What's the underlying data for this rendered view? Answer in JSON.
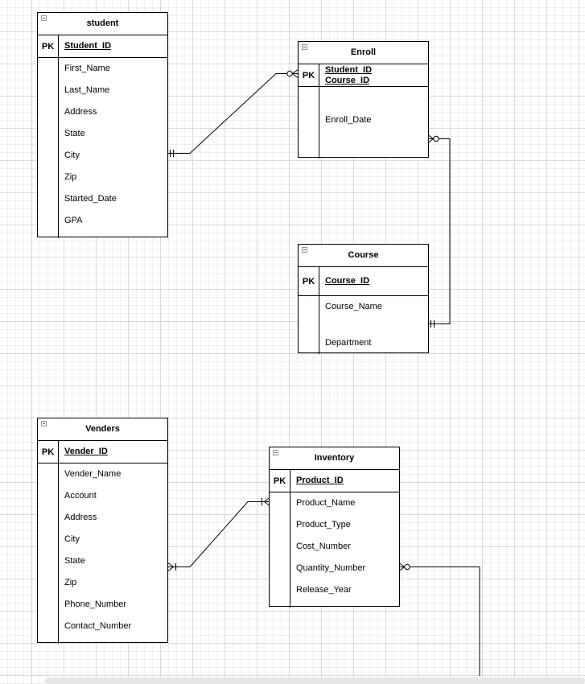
{
  "entities": {
    "student": {
      "title": "student",
      "pk_label": "PK",
      "pk": [
        "Student_ID"
      ],
      "attributes": [
        "First_Name",
        "Last_Name",
        "Address",
        "State",
        "City",
        "Zip",
        "Started_Date",
        "GPA"
      ]
    },
    "enroll": {
      "title": "Enroll",
      "pk_label": "PK",
      "pk": [
        "Student_ID",
        "Course_ID"
      ],
      "attributes": [
        "Enroll_Date"
      ]
    },
    "course": {
      "title": "Course",
      "pk_label": "PK",
      "pk": [
        "Course_ID"
      ],
      "attributes": [
        "Course_Name",
        "Department"
      ]
    },
    "venders": {
      "title": "Venders",
      "pk_label": "PK",
      "pk": [
        "Vender_ID"
      ],
      "attributes": [
        "Vender_Name",
        "Account",
        "Address",
        "City",
        "State",
        "Zip",
        "Phone_Number",
        "Contact_Number"
      ]
    },
    "inventory": {
      "title": "Inventory",
      "pk_label": "PK",
      "pk": [
        "Product_ID"
      ],
      "attributes": [
        "Product_Name",
        "Product_Type",
        "Cost_Number",
        "Quantity_Number",
        "Release_Year"
      ]
    }
  },
  "relationships": [
    {
      "from": "student",
      "from_cardinality": "exactly-one",
      "to": "enroll",
      "to_cardinality": "zero-or-many"
    },
    {
      "from": "course",
      "from_cardinality": "exactly-one",
      "to": "enroll",
      "to_cardinality": "zero-or-many"
    },
    {
      "from": "venders",
      "from_cardinality": "one-or-many",
      "to": "inventory",
      "to_cardinality": "one-or-many"
    },
    {
      "from": "inventory",
      "from_cardinality": "zero-or-many",
      "to": "off-canvas",
      "to_cardinality": "none"
    }
  ]
}
